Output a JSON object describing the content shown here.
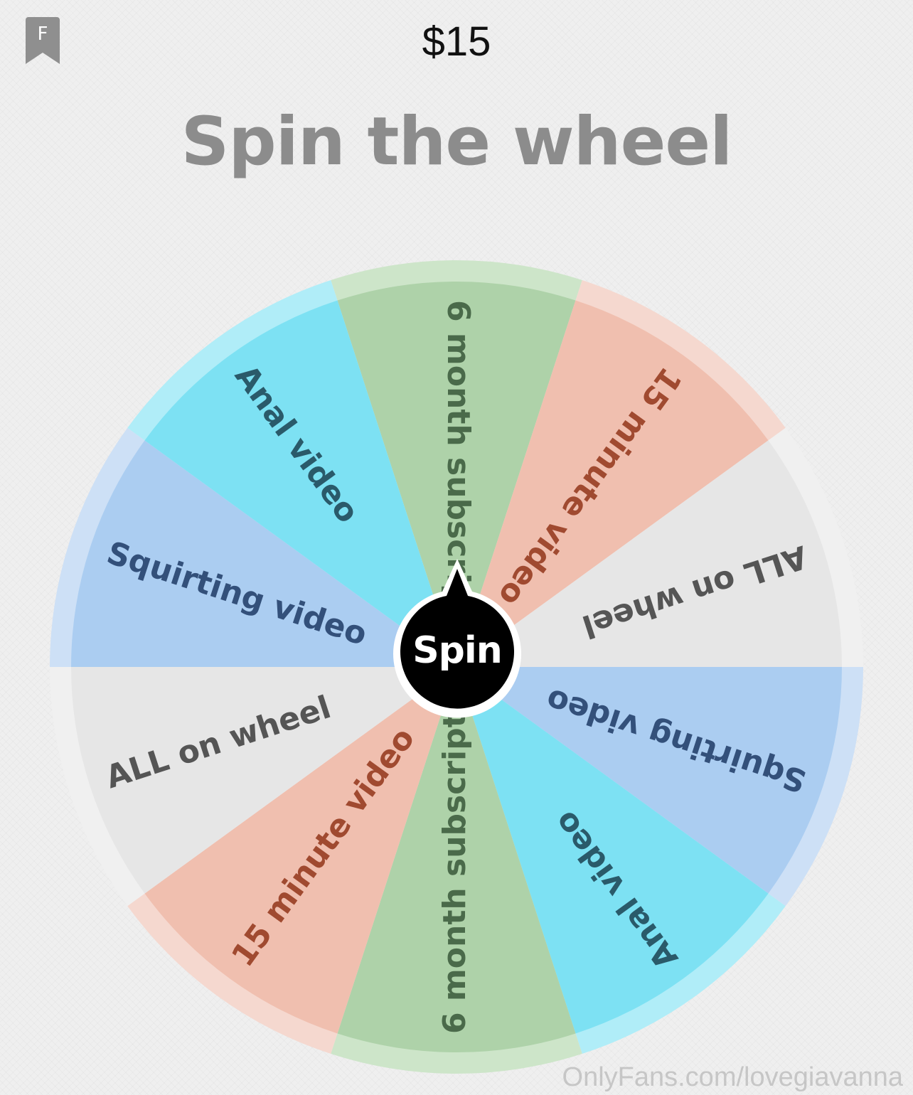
{
  "header": {
    "bookmark_letter": "F",
    "price": "$15"
  },
  "title": "Spin the wheel",
  "wheel": {
    "segments": [
      {
        "label": "6 month subscription",
        "color": "#aed2a9",
        "rim": "#cde5c9",
        "text_color": "#4a6a4a"
      },
      {
        "label": "15 minute video",
        "color": "#f0bfaf",
        "rim": "#f5d8cf",
        "text_color": "#a04a30"
      },
      {
        "label": "ALL on wheel",
        "color": "#e6e6e6",
        "rim": "#f0f0f0",
        "text_color": "#555555"
      },
      {
        "label": "Squirting video",
        "color": "#abcdf1",
        "rim": "#cde0f6",
        "text_color": "#33507a"
      },
      {
        "label": "Anal video",
        "color": "#7de1f3",
        "rim": "#b0edf8",
        "text_color": "#2a5a6a"
      },
      {
        "label": "6 month subscription",
        "color": "#aed2a9",
        "rim": "#cde5c9",
        "text_color": "#4a6a4a"
      },
      {
        "label": "15 minute video",
        "color": "#f0bfaf",
        "rim": "#f5d8cf",
        "text_color": "#a04a30"
      },
      {
        "label": "ALL on wheel",
        "color": "#e6e6e6",
        "rim": "#f0f0f0",
        "text_color": "#555555"
      },
      {
        "label": "Squirting video",
        "color": "#abcdf1",
        "rim": "#cde0f6",
        "text_color": "#33507a"
      },
      {
        "label": "Anal video",
        "color": "#7de1f3",
        "rim": "#b0edf8",
        "text_color": "#2a5a6a"
      }
    ],
    "spin_label": "Spin"
  },
  "watermark": "OnlyFans.com/lovegiavanna"
}
